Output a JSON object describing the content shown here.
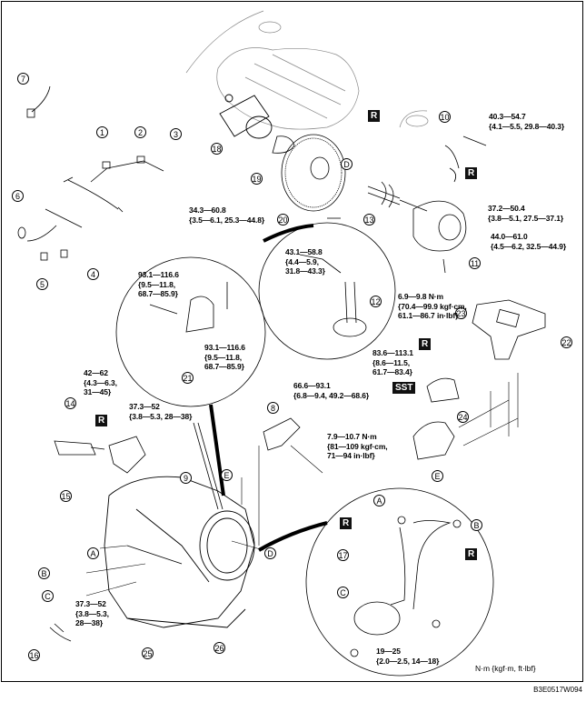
{
  "diagram": {
    "title": "Automatic transaxle removal/installation exploded view",
    "figure_id": "B3E0517W094",
    "units_legend": "N·m {kgf·m, ft·lbf}",
    "badges": {
      "replace": "R",
      "special_tool": "SST"
    },
    "part_numbers": [
      "1",
      "2",
      "3",
      "4",
      "5",
      "6",
      "7",
      "8",
      "9",
      "10",
      "11",
      "12",
      "13",
      "14",
      "15",
      "16",
      "17",
      "18",
      "19",
      "20",
      "21",
      "22",
      "23",
      "24",
      "25",
      "26"
    ],
    "reference_letters": [
      "A",
      "B",
      "C",
      "D",
      "E"
    ],
    "torque_specs": [
      {
        "id": "t1",
        "line1": "40.3—54.7",
        "line2": "{4.1—5.5, 29.8—40.3}",
        "line3": ""
      },
      {
        "id": "t2",
        "line1": "37.2—50.4",
        "line2": "{3.8—5.1, 27.5—37.1}",
        "line3": ""
      },
      {
        "id": "t3",
        "line1": "44.0—61.0",
        "line2": "{4.5—6.2, 32.5—44.9}",
        "line3": ""
      },
      {
        "id": "t4",
        "line1": "34.3—60.8",
        "line2": "{3.5—6.1, 25.3—44.8}",
        "line3": ""
      },
      {
        "id": "t5",
        "line1": "43.1—58.8",
        "line2": "{4.4—5.9,",
        "line3": "31.8—43.3}"
      },
      {
        "id": "t6",
        "line1": "93.1—116.6",
        "line2": "{9.5—11.8,",
        "line3": "68.7—85.9}"
      },
      {
        "id": "t7",
        "line1": "93.1—116.6",
        "line2": "{9.5—11.8,",
        "line3": "68.7—85.9}"
      },
      {
        "id": "t8",
        "line1": "6.9—9.8 N·m",
        "line2": "{70.4—99.9 kgf·cm,",
        "line3": "61.1—86.7 in·lbf}"
      },
      {
        "id": "t9",
        "line1": "83.6—113.1",
        "line2": "{8.6—11.5,",
        "line3": "61.7—83.4}"
      },
      {
        "id": "t10",
        "line1": "66.6—93.1",
        "line2": "{6.8—9.4, 49.2—68.6}",
        "line3": ""
      },
      {
        "id": "t11",
        "line1": "7.9—10.7 N·m",
        "line2": "{81—109 kgf·cm,",
        "line3": "71—94 in·lbf}"
      },
      {
        "id": "t12",
        "line1": "42—62",
        "line2": "{4.3—6.3,",
        "line3": "31—45}"
      },
      {
        "id": "t13",
        "line1": "37.3—52",
        "line2": "{3.8—5.3, 28—38}",
        "line3": ""
      },
      {
        "id": "t14",
        "line1": "37.3—52",
        "line2": "{3.8—5.3,",
        "line3": "28—38}"
      },
      {
        "id": "t15",
        "line1": "19—25",
        "line2": "{2.0—2.5, 14—18}",
        "line3": ""
      }
    ]
  }
}
